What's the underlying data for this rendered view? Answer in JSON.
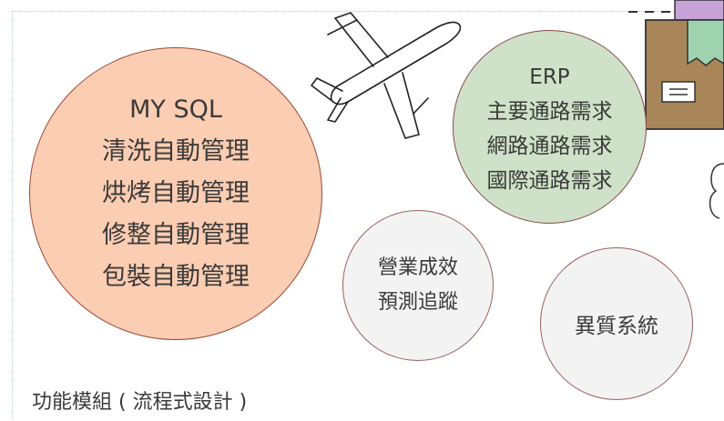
{
  "caption": "功能模組 ( 流程式設計 )",
  "mysql": {
    "lines": [
      "MY SQL",
      "清洗自動管理",
      "烘烤自動管理",
      "修整自動管理",
      "包裝自動管理"
    ]
  },
  "erp": {
    "lines": [
      "ERP",
      "主要通路需求",
      "網路通路需求",
      "國際通路需求"
    ]
  },
  "forecast": {
    "lines": [
      "營業成效",
      "預測追蹤"
    ]
  },
  "hetero": {
    "label": "異質系統"
  },
  "colors": {
    "mysql_fill": "#fbcdb2",
    "erp_fill": "#cfe1c8",
    "neutral_fill": "#f3f3f3",
    "box_brown": "#a8865a",
    "box_purple": "#c5a3d6",
    "box_green": "#9fd3b0"
  },
  "icons": [
    "airplane-icon",
    "package-box-icon",
    "cloud-icon"
  ]
}
